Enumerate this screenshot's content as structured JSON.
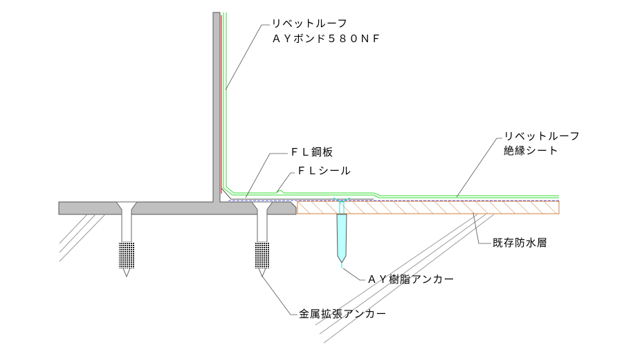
{
  "labels": {
    "rivet_roof_1": "リベットルーフ",
    "ay_bond": "ＡＹボンド５８０ＮＦ",
    "fl_steel": "ＦＬ鋼板",
    "fl_seal": "ＦＬシール",
    "rivet_roof_2": "リベットルーフ",
    "insulation_sheet": "絶縁シート",
    "existing_waterproof": "既存防水層",
    "ay_resin_anchor": "ＡＹ樹脂アンカー",
    "metal_expansion_anchor": "金属拡張アンカー"
  },
  "colors": {
    "concrete": "#c0c0c0",
    "membrane": "#33dd33",
    "bond": "#ee2222",
    "existing_layer": "#d08040",
    "resin_anchor": "#22dddd",
    "seal_line": "#3333ee"
  }
}
